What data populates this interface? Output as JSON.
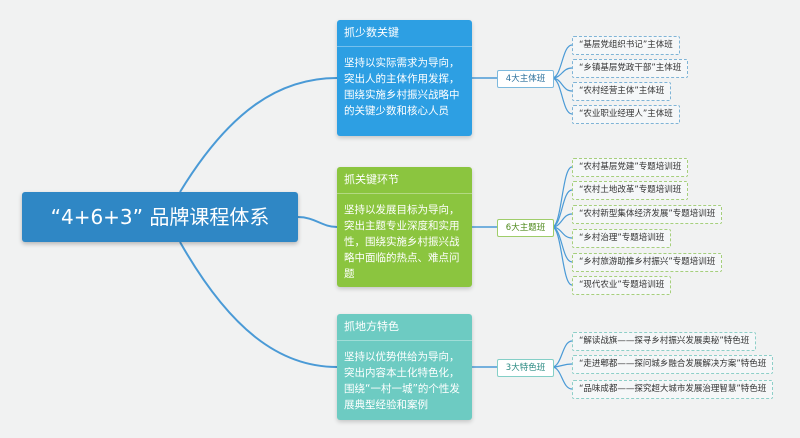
{
  "root": {
    "title": "“4+6+3” 品牌课程体系"
  },
  "branches": [
    {
      "title": "抓少数关键",
      "desc": "坚持以实际需求为导向，突出人的主体作用发挥，围绕实施乡村振兴战略中的关键少数和核心人员",
      "tag": "4大主体班",
      "items": [
        "“基层党组织书记”主体班",
        "“乡镇基层党政干部”主体班",
        "“农村经营主体”主体班",
        "“农业职业经理人”主体班"
      ]
    },
    {
      "title": "抓关键环节",
      "desc": "坚持以发展目标为导向，突出主题专业深度和实用性，围绕实施乡村振兴战略中面临的热点、难点问题",
      "tag": "6大主题班",
      "items": [
        "“农村基层党建”专题培训班",
        "“农村土地改革”专题培训班",
        "“农村新型集体经济发展”专题培训班",
        "“乡村治理”专题培训班",
        "“乡村旅游助推乡村振兴”专题培训班",
        "“现代农业”专题培训班"
      ]
    },
    {
      "title": "抓地方特色",
      "desc": "坚持以优势供给为导向，突出内容本土化特色化，围绕“一村一城”的个性发展典型经验和案例",
      "tag": "3大特色班",
      "items": [
        "“解读战旗——探寻乡村振兴发展奥秘”特色班",
        "“走进郫都——探问城乡融合发展解决方案”特色班",
        "“品味成都——探究超大城市发展治理智慧”特色班"
      ]
    }
  ],
  "colors": {
    "root": "#2f87c5",
    "branch1": "#2d9fe3",
    "branch2": "#8bc53f",
    "branch3": "#6dcbc2",
    "line": "#4a9ad6"
  }
}
